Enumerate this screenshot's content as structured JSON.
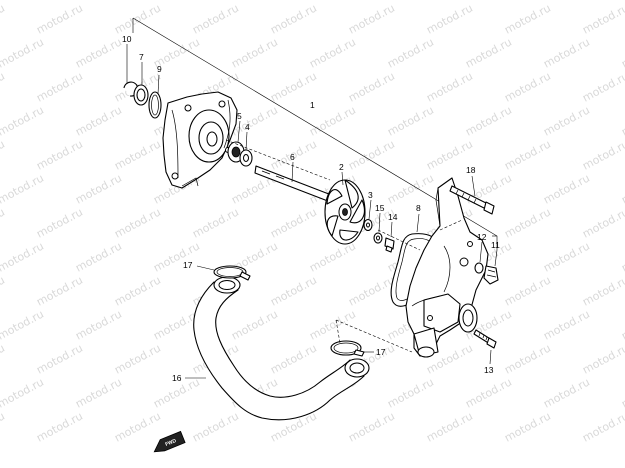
{
  "watermark": "motod.ru",
  "callouts": [
    {
      "id": "c1",
      "text": "1"
    },
    {
      "id": "c2",
      "text": "2"
    },
    {
      "id": "c3",
      "text": "3"
    },
    {
      "id": "c4",
      "text": "4"
    },
    {
      "id": "c5",
      "text": "5"
    },
    {
      "id": "c6",
      "text": "6"
    },
    {
      "id": "c7",
      "text": "7"
    },
    {
      "id": "c8",
      "text": "8"
    },
    {
      "id": "c9",
      "text": "9"
    },
    {
      "id": "c10",
      "text": "10"
    },
    {
      "id": "c11",
      "text": "11"
    },
    {
      "id": "c12",
      "text": "12"
    },
    {
      "id": "c13",
      "text": "13"
    },
    {
      "id": "c14",
      "text": "14"
    },
    {
      "id": "c15",
      "text": "15"
    },
    {
      "id": "c16",
      "text": "16"
    },
    {
      "id": "c17a",
      "text": "17"
    },
    {
      "id": "c17b",
      "text": "17"
    },
    {
      "id": "c18",
      "text": "18"
    }
  ],
  "direction_badge": "FWD"
}
